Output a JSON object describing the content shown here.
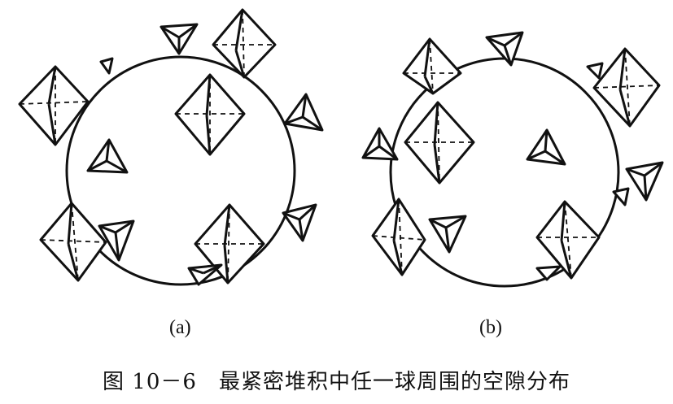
{
  "figure": {
    "panels": [
      {
        "id": "a",
        "label": "(a)"
      },
      {
        "id": "b",
        "label": "(b)"
      }
    ],
    "caption": "图 10－6　最紧密堆积中任一球周围的空隙分布"
  }
}
